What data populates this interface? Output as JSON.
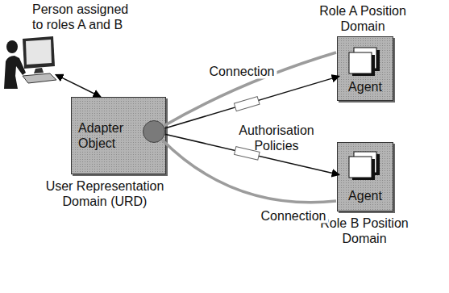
{
  "diagram": {
    "nodes": [
      {
        "text": [
          "Person assigned to roles A and B"
        ]
      },
      {
        "text": [
          "User Representation Domain (URD)"
        ]
      },
      {
        "text": [
          "Adapter Object"
        ],
        "in": 1
      },
      {
        "text": [
          "Role A Position Domain"
        ]
      },
      {
        "text": [
          "Agent"
        ],
        "in": 3
      },
      {
        "text": [
          "Role B Position Domain"
        ]
      },
      {
        "text": [
          "Agent"
        ],
        "in": 5
      }
    ],
    "edges": [
      {
        "from": 0,
        "to": 1,
        "arrow": "both"
      },
      {
        "from": 2,
        "to": 3,
        "label": "Connection",
        "arrow": "none"
      },
      {
        "from": 2,
        "to": 4,
        "arrow": "to"
      },
      {
        "from": 2,
        "to": 6,
        "arrow": "to"
      },
      {
        "from": 2,
        "to": 5,
        "label": "Connection",
        "arrow": "none"
      }
    ],
    "labels": [
      "Authorisation Policies"
    ]
  }
}
